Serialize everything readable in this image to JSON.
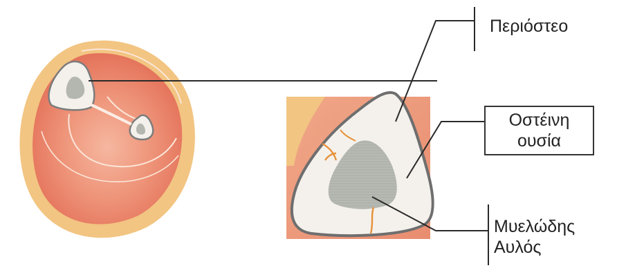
{
  "labels": {
    "periosteum": "Περιόστεο",
    "bone_tissue_line1": "Οστέινη",
    "bone_tissue_line2": "ουσία",
    "marrow_line1": "Μυελώδης",
    "marrow_line2": "Αυλός"
  },
  "colors": {
    "outer_ring": "#f2c582",
    "inner_flesh": "#ea8a70",
    "bone_white": "#f4f1ec",
    "marrow_gray": "#b4b6b0",
    "leader_lines": "#2a2a2a"
  }
}
